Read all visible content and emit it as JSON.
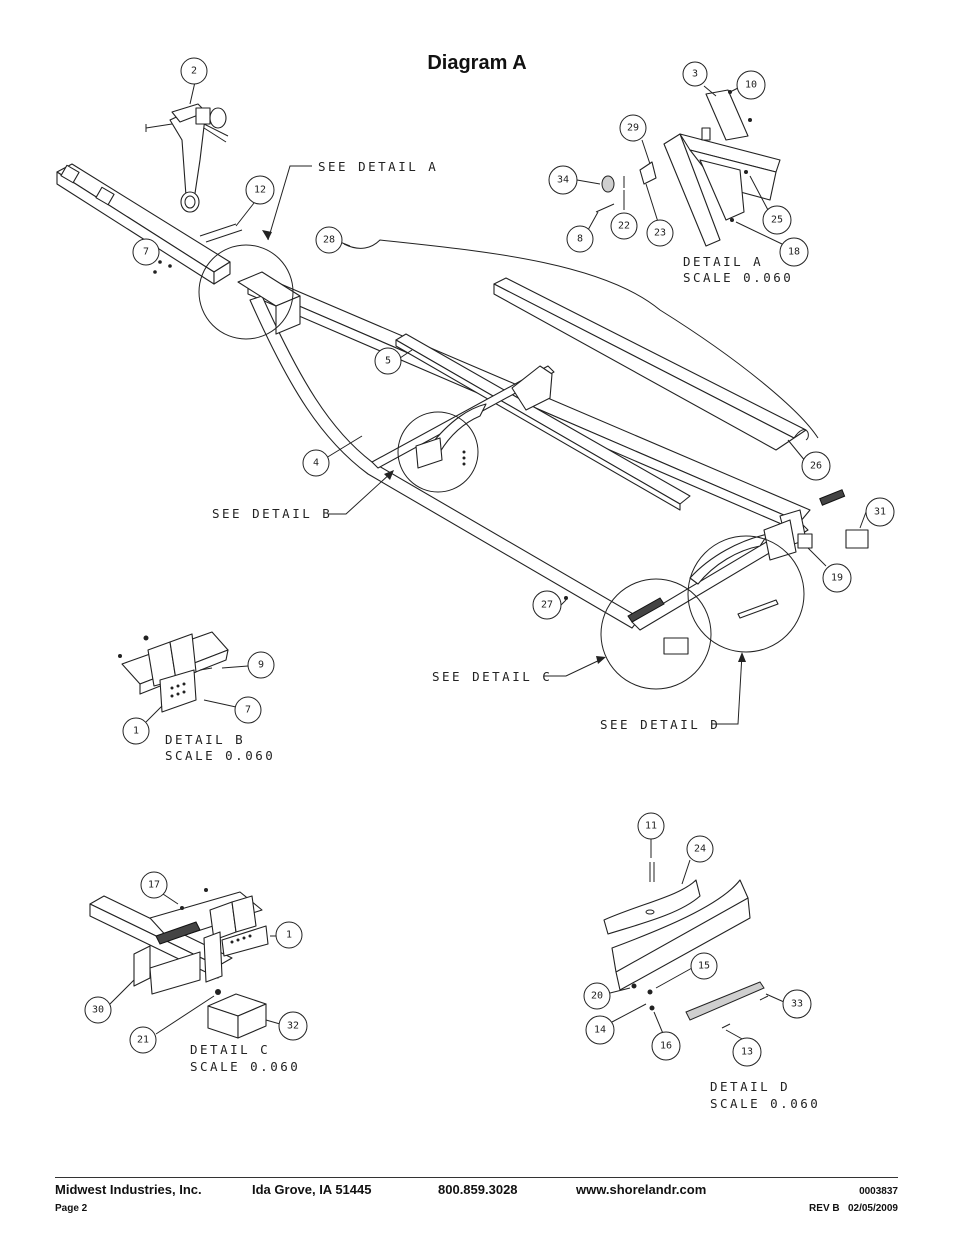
{
  "title": "Diagram A",
  "callouts": {
    "see_detail_a": "SEE DETAIL  A",
    "see_detail_b": "SEE DETAIL  B",
    "see_detail_c": "SEE DETAIL  C",
    "see_detail_d": "SEE DETAIL  D"
  },
  "details": {
    "a": {
      "name": "DETAIL  A",
      "scale": "SCALE  0.060"
    },
    "b": {
      "name": "DETAIL  B",
      "scale": "SCALE  0.060"
    },
    "c": {
      "name": "DETAIL  C",
      "scale": "SCALE  0.060"
    },
    "d": {
      "name": "DETAIL  D",
      "scale": "SCALE  0.060"
    }
  },
  "part_numbers": {
    "main_2": "2",
    "main_12": "12",
    "main_7": "7",
    "main_28": "28",
    "main_5": "5",
    "main_4": "4",
    "main_26": "26",
    "main_31": "31",
    "main_19": "19",
    "main_27": "27",
    "a_3": "3",
    "a_10": "10",
    "a_29": "29",
    "a_34": "34",
    "a_22": "22",
    "a_23": "23",
    "a_8": "8",
    "a_25": "25",
    "a_18": "18",
    "b_9": "9",
    "b_7": "7",
    "b_1": "1",
    "c_17": "17",
    "c_1": "1",
    "c_30": "30",
    "c_21": "21",
    "c_32": "32",
    "d_11": "11",
    "d_24": "24",
    "d_15": "15",
    "d_20": "20",
    "d_14": "14",
    "d_16": "16",
    "d_33": "33",
    "d_13": "13"
  },
  "footer": {
    "company": "Midwest Industries, Inc.",
    "city": "Ida Grove, IA  51445",
    "phone": "800.859.3028",
    "website": "www.shorelandr.com",
    "doc_number": "0003837",
    "page": "Page 2",
    "revision": "REV B   02/05/2009"
  }
}
